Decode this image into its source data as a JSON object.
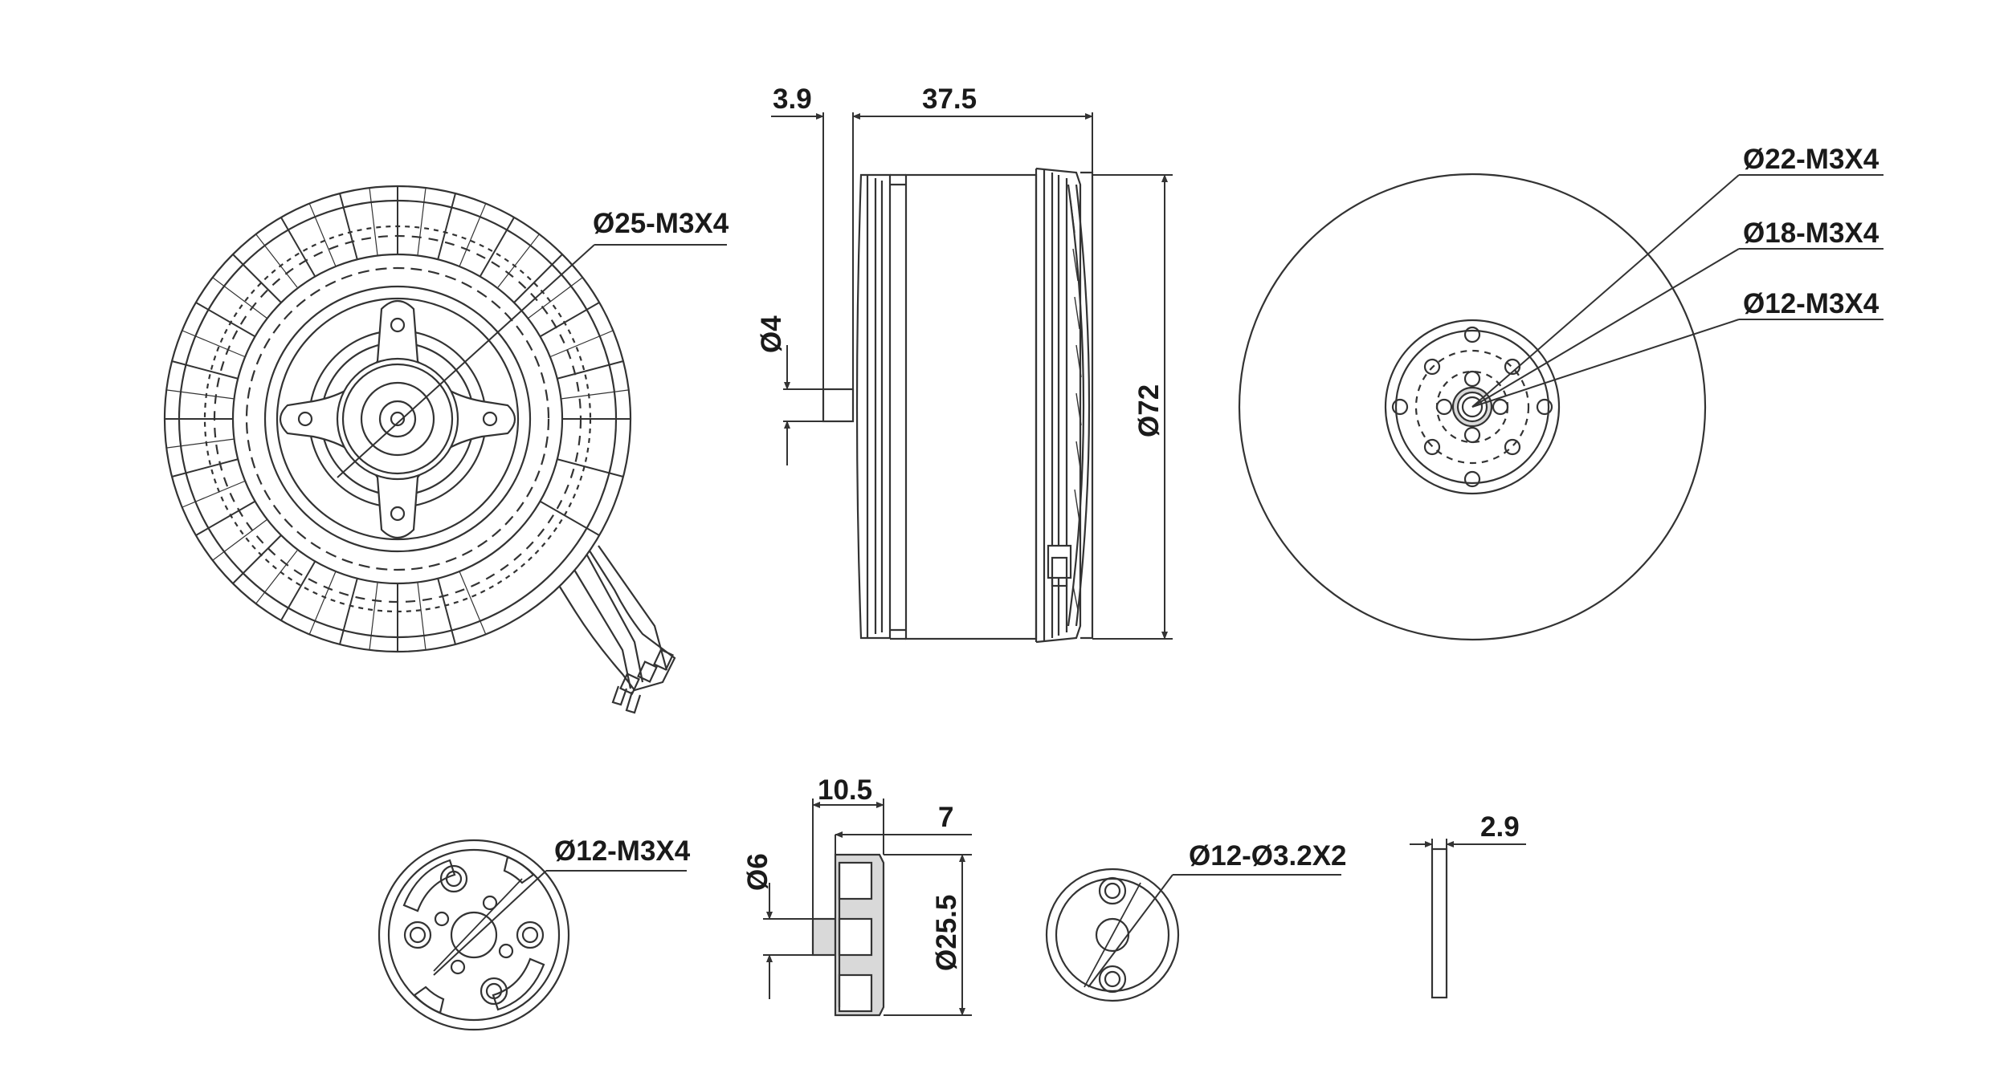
{
  "colors": {
    "line": "#333333",
    "background": "#ffffff",
    "hub_fill": "#d9d9d9"
  },
  "labels": {
    "bottom_view_callout": "Ø25-M3X4",
    "side_offset_dim": "3.9",
    "side_height_dim": "37.5",
    "shaft_dim": "Ø4",
    "diameter_dim": "Ø72",
    "top_callout_1": "Ø22-M3X4",
    "top_callout_2": "Ø18-M3X4",
    "top_callout_3": "Ø12-M3X4",
    "adapter_callout": "Ø12-M3X4",
    "adapter_side_dim_1": "10.5",
    "adapter_side_dim_2": "7",
    "adapter_bore_dim": "Ø6",
    "adapter_dia_dim": "Ø25.5",
    "washer_callout": "Ø12-Ø3.2X2",
    "washer_thickness_dim": "2.9"
  }
}
